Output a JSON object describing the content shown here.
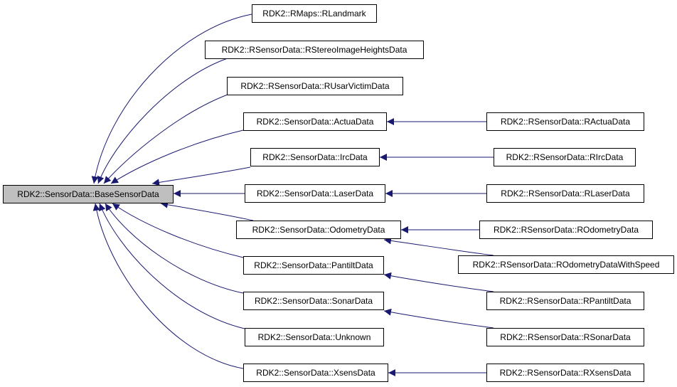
{
  "diagram": {
    "colors": {
      "edge": "#191970",
      "node_border": "#000000",
      "base_fill": "#bfbfbf",
      "node_fill": "#ffffff"
    },
    "nodes": {
      "base": "RDK2::SensorData::BaseSensorData",
      "rlandmark": "RDK2::RMaps::RLandmark",
      "rstereo": "RDK2::RSensorData::RStereoImageHeightsData",
      "rusar": "RDK2::RSensorData::RUsarVictimData",
      "actua": "RDK2::SensorData::ActuaData",
      "irc": "RDK2::SensorData::IrcData",
      "laser": "RDK2::SensorData::LaserData",
      "odometry": "RDK2::SensorData::OdometryData",
      "pantilt": "RDK2::SensorData::PantiltData",
      "sonar": "RDK2::SensorData::SonarData",
      "unknown": "RDK2::SensorData::Unknown",
      "xsens": "RDK2::SensorData::XsensData",
      "ractua": "RDK2::RSensorData::RActuaData",
      "rirc": "RDK2::RSensorData::RIrcData",
      "rlaser": "RDK2::RSensorData::RLaserData",
      "rodometry": "RDK2::RSensorData::ROdometryData",
      "rodomspeed": "RDK2::RSensorData::ROdometryDataWithSpeed",
      "rpantilt": "RDK2::RSensorData::RPantiltData",
      "rsonar": "RDK2::RSensorData::RSonarData",
      "rxsens": "RDK2::RSensorData::RXsensData"
    }
  }
}
